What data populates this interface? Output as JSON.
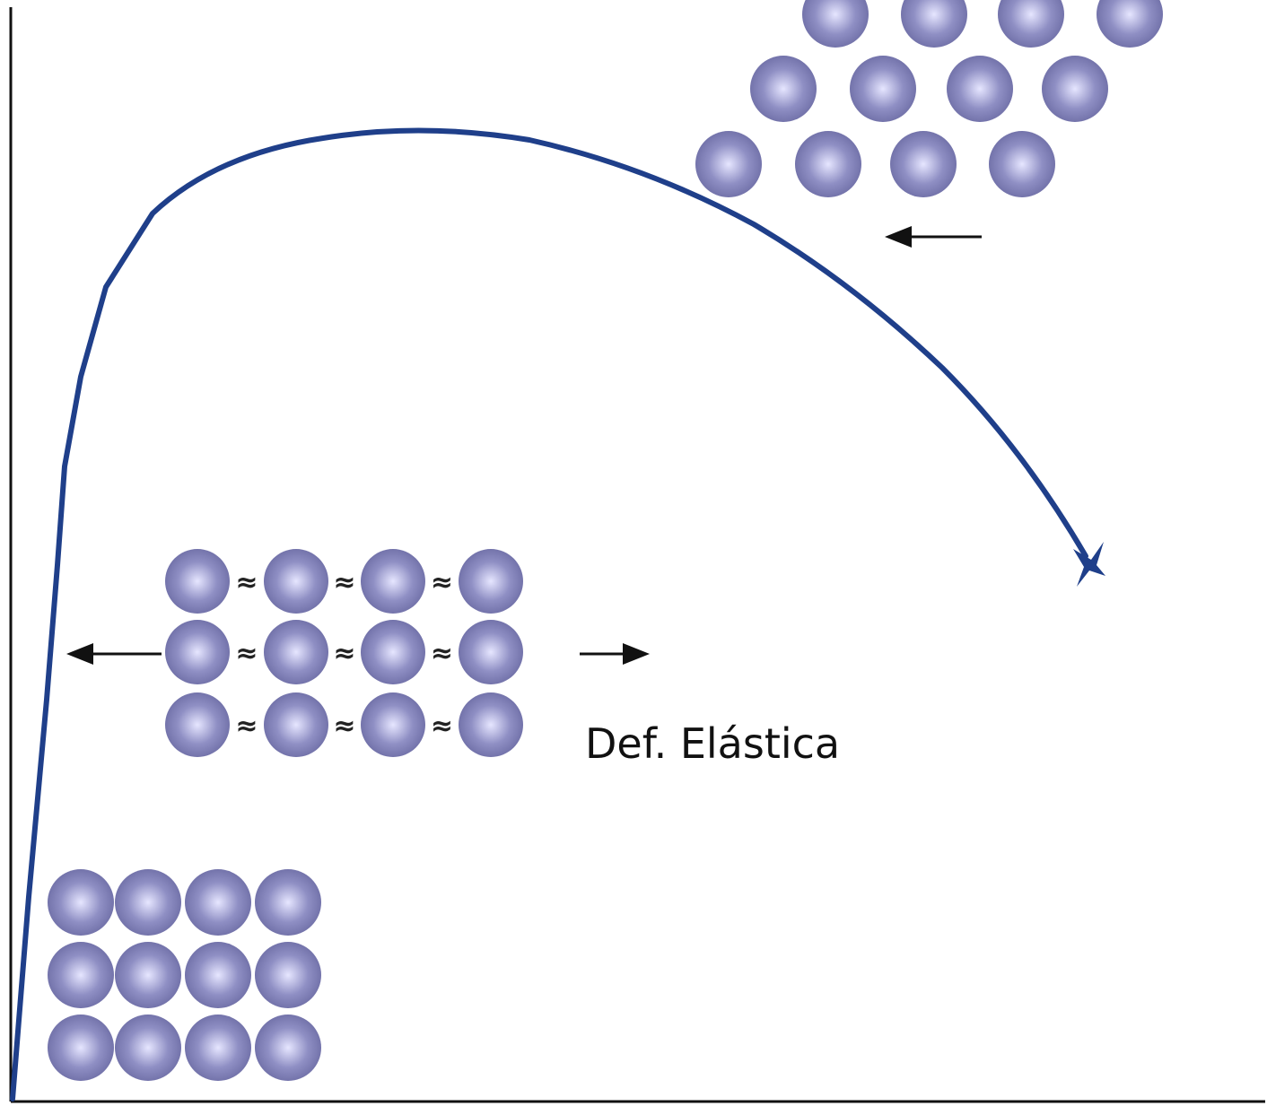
{
  "diagram": {
    "curve_color": "#1f3f8a",
    "atom_color": "#8f8fc4",
    "atom_highlight": "#e6e6ff",
    "atom_edge": "#6c6ca4",
    "arrow_color": "#111111",
    "bond_symbol": "≈",
    "labels": {
      "elastic": "Def. Elástica"
    },
    "lattices": {
      "initial": {
        "rows": 3,
        "cols": 4,
        "arrangement": "square",
        "state": "undeformed"
      },
      "elastic": {
        "rows": 3,
        "cols": 4,
        "arrangement": "square with bonds",
        "state": "stretched"
      },
      "plastic": {
        "rows": 3,
        "cols": 4,
        "arrangement": "sheared",
        "state": "slipped"
      }
    },
    "icons": [
      "arrow-left-icon",
      "arrow-right-icon",
      "fracture-mark-icon"
    ]
  }
}
